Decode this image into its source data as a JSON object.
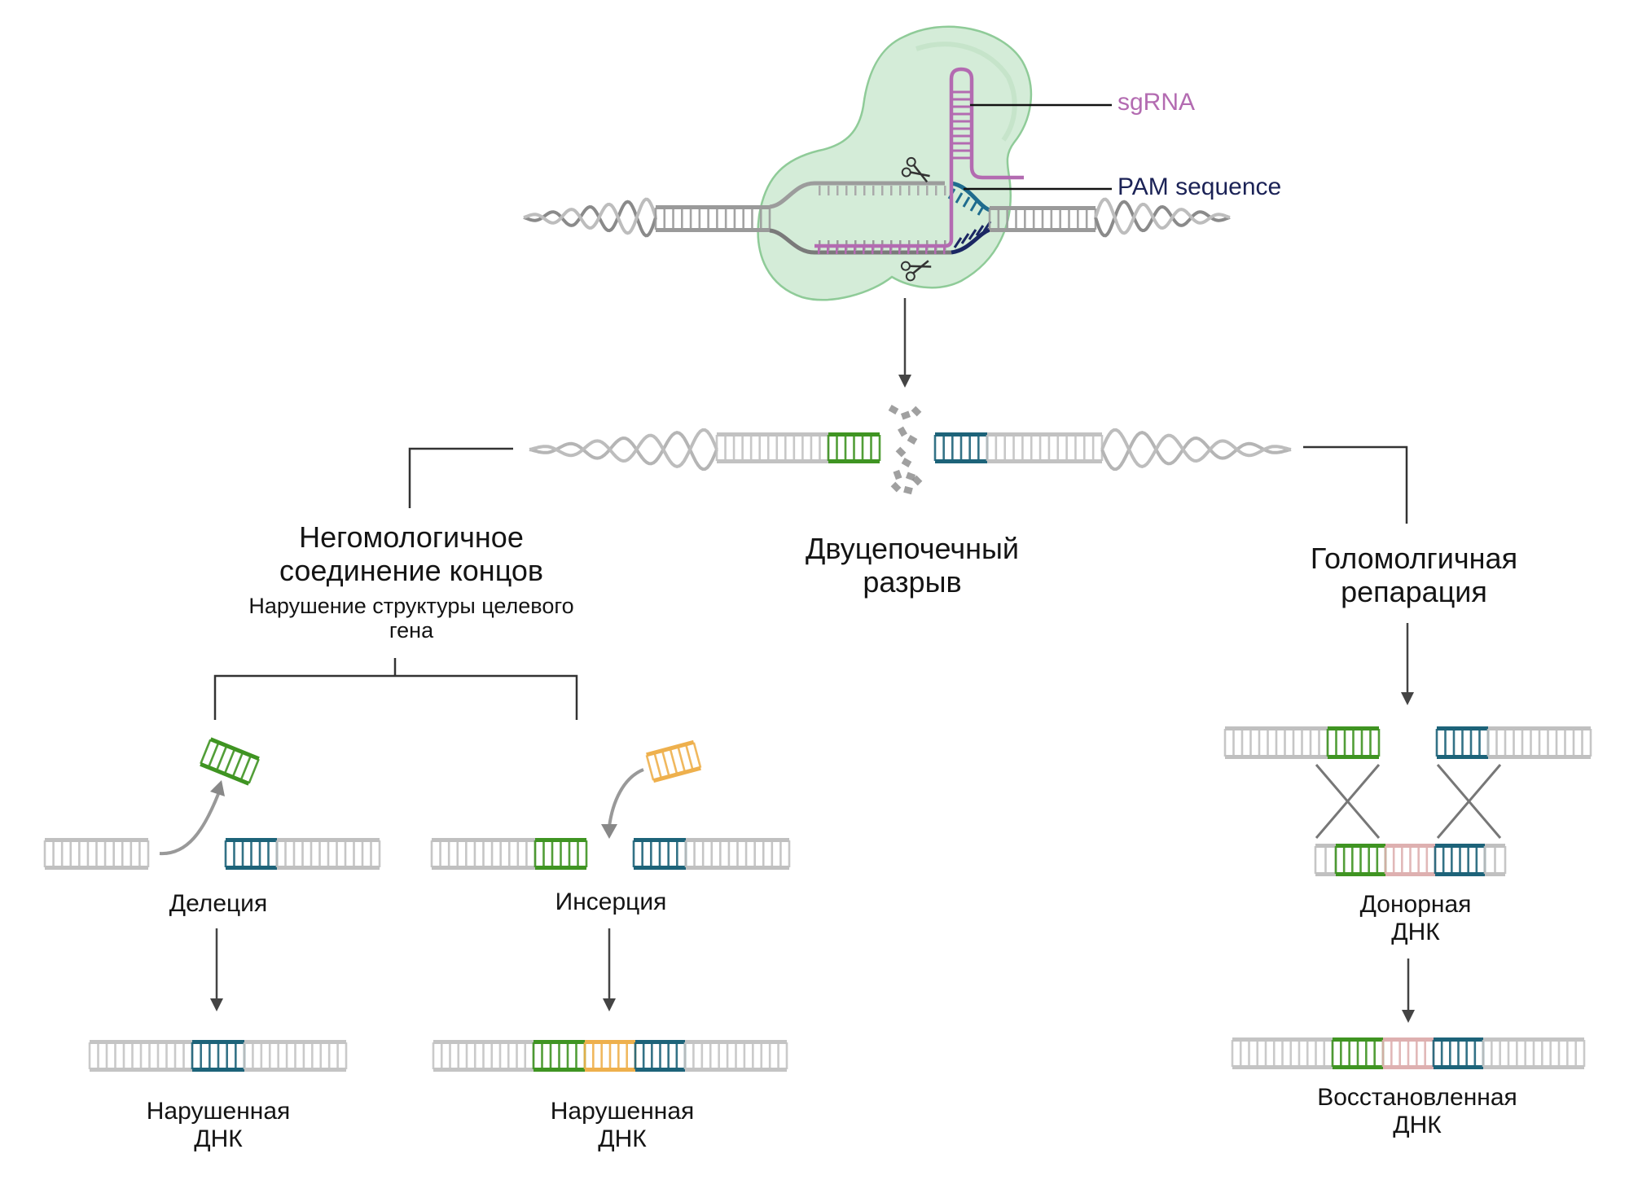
{
  "colors": {
    "protein_fill": "#cfe9d3",
    "protein_edge": "#8ccb95",
    "sgrna": "#b36bb1",
    "pam_top": "#1f6c8e",
    "pam_bottom": "#1b2763",
    "dna_gray": "#a9a9a9",
    "dna_dark": "#7d7d7d",
    "green_end": "#3f9422",
    "teal_end": "#1d6379",
    "insert_orange": "#eeb04d",
    "donor_pink": "#deb0b0",
    "arrow": "#444444",
    "text": "#141414"
  },
  "callouts": {
    "sgrna": "sgRNA",
    "pam": "PAM sequence"
  },
  "center": {
    "break_line1": "Двуцепочечный",
    "break_line2": "разрыв"
  },
  "nhej": {
    "title_line1": "Негомологичное",
    "title_line2": "соединение концов",
    "subtitle_line1": "Нарушение структуры целевого",
    "subtitle_line2": "гена",
    "deletion": {
      "label": "Делеция",
      "result_line1": "Нарушенная",
      "result_line2": "ДНК"
    },
    "insertion": {
      "label": "Инсерция",
      "result_line1": "Нарушенная",
      "result_line2": "ДНК"
    }
  },
  "hdr": {
    "title_line1": "Голомолгичная",
    "title_line2": "репарация",
    "donor_line1": "Донорная",
    "donor_line2": "ДНК",
    "result_line1": "Восстановленная",
    "result_line2": "ДНК"
  },
  "icons": {
    "cas9": "cas9-protein-icon",
    "scissors": "scissors-icon",
    "dna_helix": "dna-helix-icon",
    "arrow": "arrow-down-icon",
    "curved_arrow": "curved-arrow-icon"
  }
}
